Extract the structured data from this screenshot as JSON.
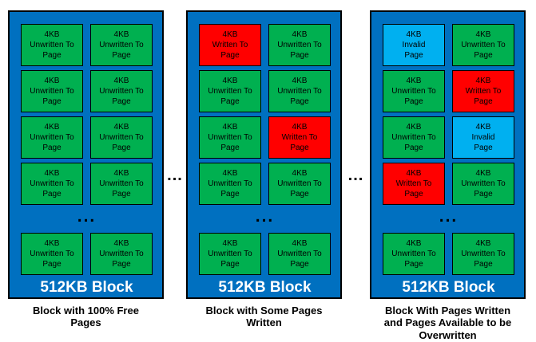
{
  "colors": {
    "background": "#FFFFFF",
    "block_fill": "#0070C0",
    "block_border": "#000000",
    "page_border": "#000000",
    "unwritten_fill": "#00B050",
    "written_fill": "#FF0000",
    "invalid_fill": "#00B0F0",
    "block_label_text": "#FFFFFF",
    "page_text": "#000000",
    "caption_text": "#000000"
  },
  "page_texts": {
    "unwritten": [
      "4KB",
      "Unwritten To",
      "Page"
    ],
    "written": [
      "4KB",
      "Written To",
      "Page"
    ],
    "invalid": [
      "4KB",
      "Invalid",
      "Page"
    ]
  },
  "inner_ellipsis": "...",
  "outer_ellipsis": "...",
  "blocks": [
    {
      "label": "512KB Block",
      "caption": "Block with 100% Free\nPages",
      "top_pages": [
        "unwritten",
        "unwritten",
        "unwritten",
        "unwritten",
        "unwritten",
        "unwritten",
        "unwritten",
        "unwritten"
      ],
      "bottom_pages": [
        "unwritten",
        "unwritten"
      ]
    },
    {
      "label": "512KB Block",
      "caption": "Block with Some Pages\nWritten",
      "top_pages": [
        "written",
        "unwritten",
        "unwritten",
        "unwritten",
        "unwritten",
        "written",
        "unwritten",
        "unwritten"
      ],
      "bottom_pages": [
        "unwritten",
        "unwritten"
      ]
    },
    {
      "label": "512KB Block",
      "caption": "Block With Pages Written\nand Pages Available to be\nOverwritten",
      "top_pages": [
        "invalid",
        "unwritten",
        "unwritten",
        "written",
        "unwritten",
        "invalid",
        "written",
        "unwritten"
      ],
      "bottom_pages": [
        "unwritten",
        "unwritten"
      ]
    }
  ]
}
